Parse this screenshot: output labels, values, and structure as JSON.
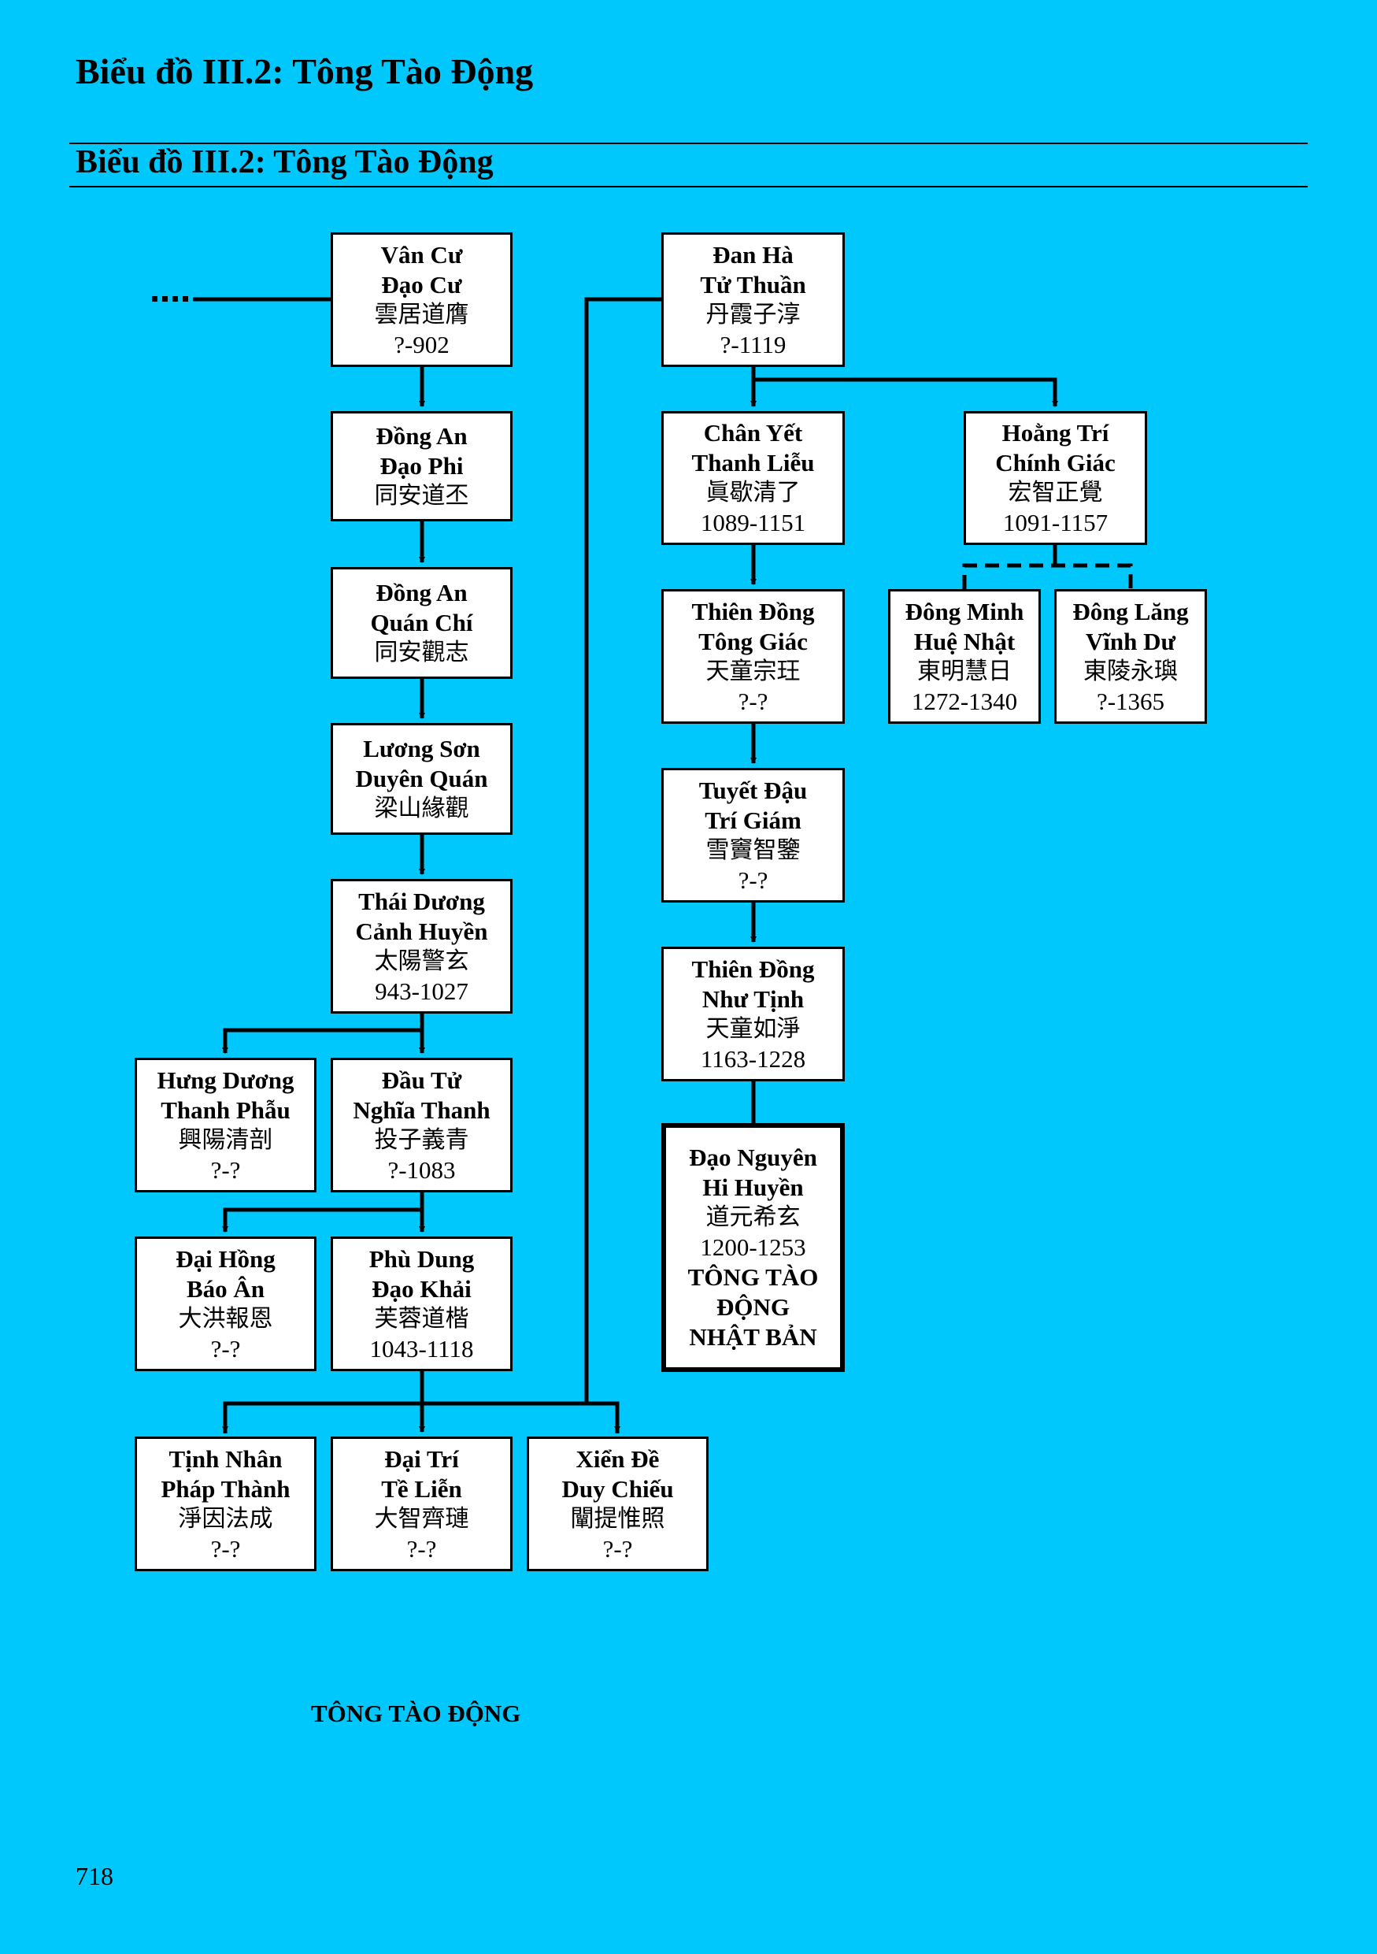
{
  "page": {
    "title_top": "Biểu đồ III.2: Tông Tào Động",
    "title_band": "Biểu đồ III.2: Tông Tào Động",
    "caption": "TÔNG TÀO ĐỘNG",
    "page_number": "718",
    "ellipsis": "....",
    "background_color": "#00c8fc"
  },
  "nodes": [
    {
      "id": "van-cu",
      "name1": "Vân Cư",
      "name2": "Đạo Cư",
      "chinese": "雲居道膺",
      "dates": "?-902"
    },
    {
      "id": "dong-an-dao-phi",
      "name1": "Đồng An",
      "name2": "Đạo Phi",
      "chinese": "同安道丕",
      "dates": ""
    },
    {
      "id": "dong-an-quan-chi",
      "name1": "Đồng An",
      "name2": "Quán Chí",
      "chinese": "同安觀志",
      "dates": ""
    },
    {
      "id": "luong-son",
      "name1": "Lương Sơn",
      "name2": "Duyên Quán",
      "chinese": "梁山緣觀",
      "dates": ""
    },
    {
      "id": "thai-duong",
      "name1": "Thái Dương",
      "name2": "Cảnh Huyền",
      "chinese": "太陽警玄",
      "dates": "943-1027"
    },
    {
      "id": "hung-duong",
      "name1": "Hưng Dương",
      "name2": "Thanh Phẫu",
      "chinese": "興陽清剖",
      "dates": "?-?"
    },
    {
      "id": "dau-tu",
      "name1": "Đầu Tử",
      "name2": "Nghĩa Thanh",
      "chinese": "投子義青",
      "dates": "?-1083"
    },
    {
      "id": "dai-hong",
      "name1": "Đại Hồng",
      "name2": "Báo Ân",
      "chinese": "大洪報恩",
      "dates": "?-?"
    },
    {
      "id": "phu-dung",
      "name1": "Phù Dung",
      "name2": "Đạo Khải",
      "chinese": "芙蓉道楷",
      "dates": "1043-1118"
    },
    {
      "id": "tinh-nhan",
      "name1": "Tịnh Nhân",
      "name2": "Pháp Thành",
      "chinese": "淨因法成",
      "dates": "?-?"
    },
    {
      "id": "dai-tri",
      "name1": "Đại Trí",
      "name2": "Tề Liễn",
      "chinese": "大智齊璉",
      "dates": "?-?"
    },
    {
      "id": "xien-de",
      "name1": "Xiển Đề",
      "name2": "Duy Chiếu",
      "chinese": "闡提惟照",
      "dates": "?-?"
    },
    {
      "id": "dan-ha",
      "name1": "Đan Hà",
      "name2": "Tử Thuần",
      "chinese": "丹霞子淳",
      "dates": "?-1119"
    },
    {
      "id": "chan-yet",
      "name1": "Chân Yết",
      "name2": "Thanh Liễu",
      "chinese": "眞歇清了",
      "dates": "1089-1151"
    },
    {
      "id": "hoang-tri",
      "name1": "Hoằng Trí",
      "name2": "Chính Giác",
      "chinese": "宏智正覺",
      "dates": "1091-1157"
    },
    {
      "id": "thien-dong-tong-giac",
      "name1": "Thiên Đồng",
      "name2": "Tông Giác",
      "chinese": "天童宗玨",
      "dates": "?-?"
    },
    {
      "id": "dong-minh",
      "name1": "Đông Minh",
      "name2": "Huệ Nhật",
      "chinese": "東明慧日",
      "dates": "1272-1340"
    },
    {
      "id": "dong-lang",
      "name1": "Đông Lăng",
      "name2": "Vĩnh Dư",
      "chinese": "東陵永璵",
      "dates": "?-1365"
    },
    {
      "id": "tuyet-dau",
      "name1": "Tuyết Đậu",
      "name2": "Trí Giám",
      "chinese": "雪竇智鑒",
      "dates": "?-?"
    },
    {
      "id": "thien-dong-nhu-tinh",
      "name1": "Thiên Đồng",
      "name2": "Như Tịnh",
      "chinese": "天童如淨",
      "dates": "1163-1228"
    },
    {
      "id": "dao-nguyen",
      "name1": "Đạo Nguyên",
      "name2": "Hi Huyền",
      "chinese": "道元希玄",
      "dates": "1200-1253",
      "note1": "TÔNG TÀO",
      "note2": "ĐỘNG",
      "note3": "NHẬT BẢN"
    }
  ]
}
